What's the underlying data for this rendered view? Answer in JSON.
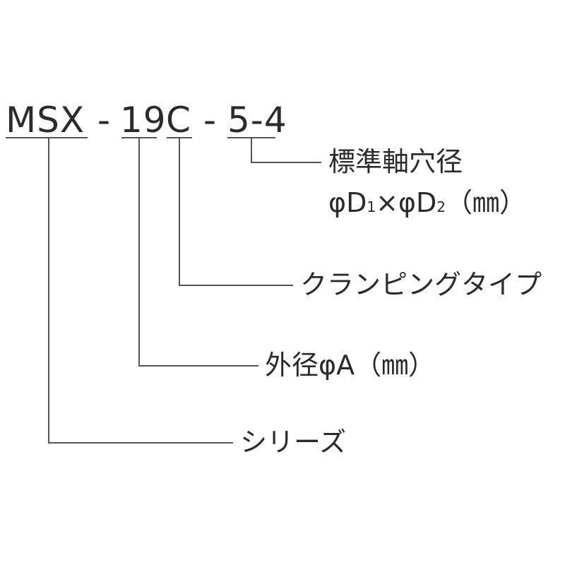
{
  "model_code": {
    "series": "MSX",
    "dash1": "-",
    "outer_diameter": "19",
    "clamping": "C",
    "dash2": "-",
    "bore": "5-4"
  },
  "labels": {
    "bore_title": "標準軸穴径",
    "bore_phi1": "φD",
    "bore_sub1": "1",
    "bore_times": "×",
    "bore_phi2": "φD",
    "bore_sub2": "2",
    "bore_unit": "（㎜）",
    "clamping_type": "クランピングタイプ",
    "outer_diameter": "外径φA（㎜）",
    "series": "シリーズ"
  },
  "colors": {
    "text": "#2b2b2b",
    "lines": "#555555"
  }
}
